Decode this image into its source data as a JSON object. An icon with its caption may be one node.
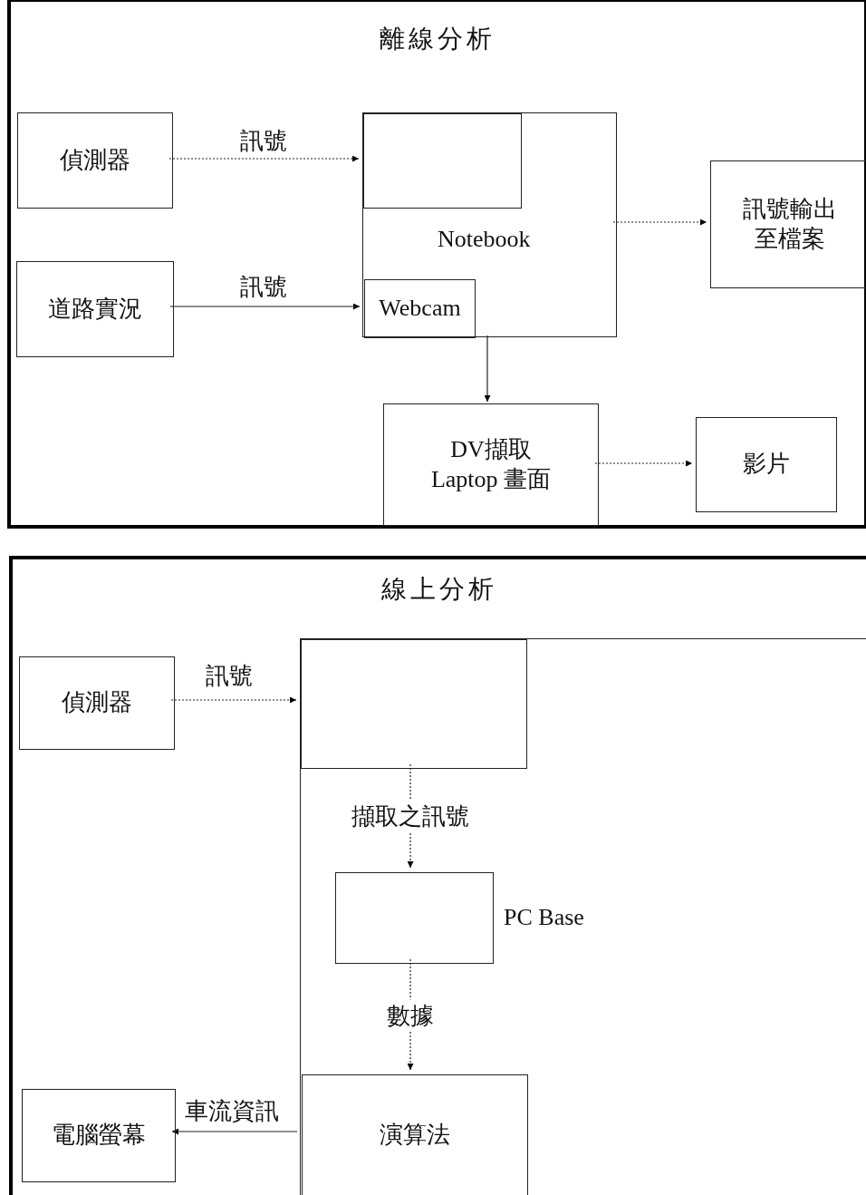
{
  "diagram": {
    "nodes": [
      {
        "text": [
          "離線分析"
        ]
      },
      {
        "text": [
          "偵測器"
        ],
        "in": 0
      },
      {
        "text": [
          "Notebook"
        ],
        "in": 0
      },
      {
        "text": [],
        "shape": "box",
        "in": 2
      },
      {
        "text": [
          "Webcam"
        ],
        "in": 2
      },
      {
        "text": [
          "訊號輸出至檔案"
        ],
        "in": 0
      },
      {
        "text": [
          "道路實況"
        ],
        "in": 0
      },
      {
        "text": [
          "DV擷取 Laptop 畫面"
        ],
        "in": 0
      },
      {
        "text": [
          "影片"
        ],
        "in": 0
      },
      {
        "text": [
          "線上分析"
        ]
      },
      {
        "text": [
          "偵測器"
        ],
        "in": 9
      },
      {
        "text": [
          "PC Base"
        ],
        "in": 9
      },
      {
        "text": [],
        "shape": "box",
        "in": 11
      },
      {
        "text": [],
        "shape": "box",
        "in": 11
      },
      {
        "text": [
          "演算法"
        ],
        "in": 11
      },
      {
        "text": [
          "電腦螢幕"
        ],
        "in": 9
      }
    ],
    "edges": [
      {
        "from": 1,
        "to": 3,
        "arrow": "to",
        "label": "訊號",
        "style": "dashed"
      },
      {
        "from": 6,
        "to": 4,
        "arrow": "to",
        "label": "訊號"
      },
      {
        "from": 2,
        "to": 5,
        "arrow": "to",
        "style": "dashed"
      },
      {
        "from": 2,
        "to": 7,
        "arrow": "to"
      },
      {
        "from": 7,
        "to": 8,
        "arrow": "to",
        "style": "dashed"
      },
      {
        "from": 10,
        "to": 12,
        "arrow": "to",
        "label": "訊號",
        "style": "dashed"
      },
      {
        "from": 12,
        "to": 13,
        "arrow": "to",
        "label": "擷取之訊號",
        "style": "dashed"
      },
      {
        "from": 13,
        "to": 14,
        "arrow": "to",
        "label": "數據",
        "style": "dashed"
      },
      {
        "from": 14,
        "to": 15,
        "arrow": "to",
        "label": "車流資訊"
      }
    ]
  }
}
